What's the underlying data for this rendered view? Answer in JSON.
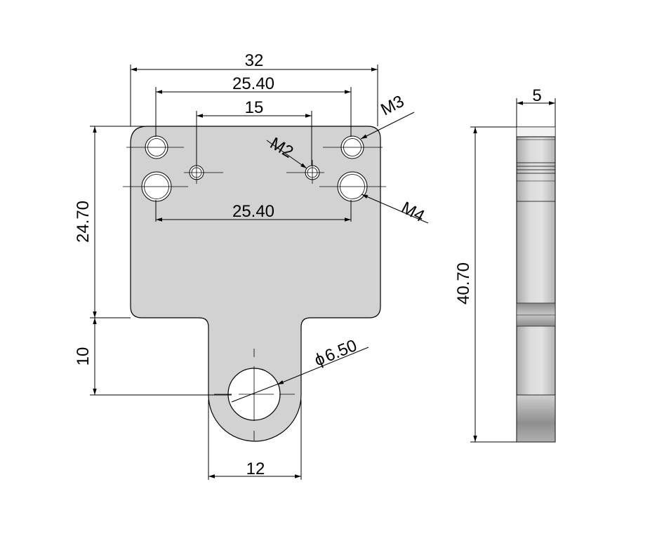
{
  "front_view": {
    "dims": {
      "overall_width": "32",
      "outer_hole_spacing_top": "25.40",
      "inner_hole_spacing": "15",
      "outer_hole_spacing_bottom": "25.40",
      "plate_height": "24.70",
      "tab_length": "10",
      "tab_width": "12",
      "big_hole_dia": "6.50",
      "diameter_symbol": "ϕ"
    },
    "threads": {
      "m3": "M3",
      "m2": "M2",
      "m4": "M4"
    }
  },
  "side_view": {
    "dims": {
      "thickness": "5",
      "overall_height": "40.70"
    }
  },
  "colors": {
    "part_fill": "#d2d2d2",
    "line": "#000000"
  }
}
